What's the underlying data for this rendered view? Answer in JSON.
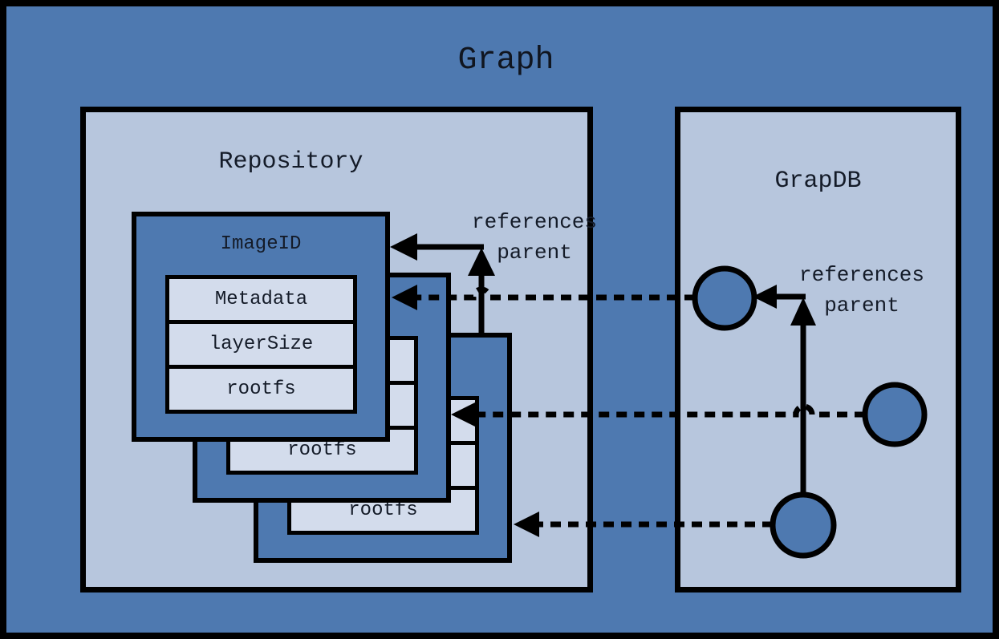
{
  "diagram": {
    "title": "Graph",
    "repository": {
      "title": "Repository",
      "image_card": {
        "title": "ImageID",
        "fields": [
          "Metadata",
          "layerSize",
          "rootfs"
        ]
      },
      "stacked_cards": [
        {
          "visible_field": "rootfs"
        },
        {
          "visible_field": "rootfs"
        }
      ],
      "arrow_label": {
        "line1": "references",
        "line2": "parent"
      }
    },
    "graphdb": {
      "title": "GrapDB",
      "node_count": 3,
      "arrow_label": {
        "line1": "references",
        "line2": "parent"
      }
    },
    "colors": {
      "outer_background": "#4e79b0",
      "panel_background": "#b7c6dd",
      "card_background": "#4e79b0",
      "field_background": "#d3dcec",
      "node_fill": "#4e79b0",
      "line_color": "#000000",
      "text_color": "#141b28"
    }
  }
}
